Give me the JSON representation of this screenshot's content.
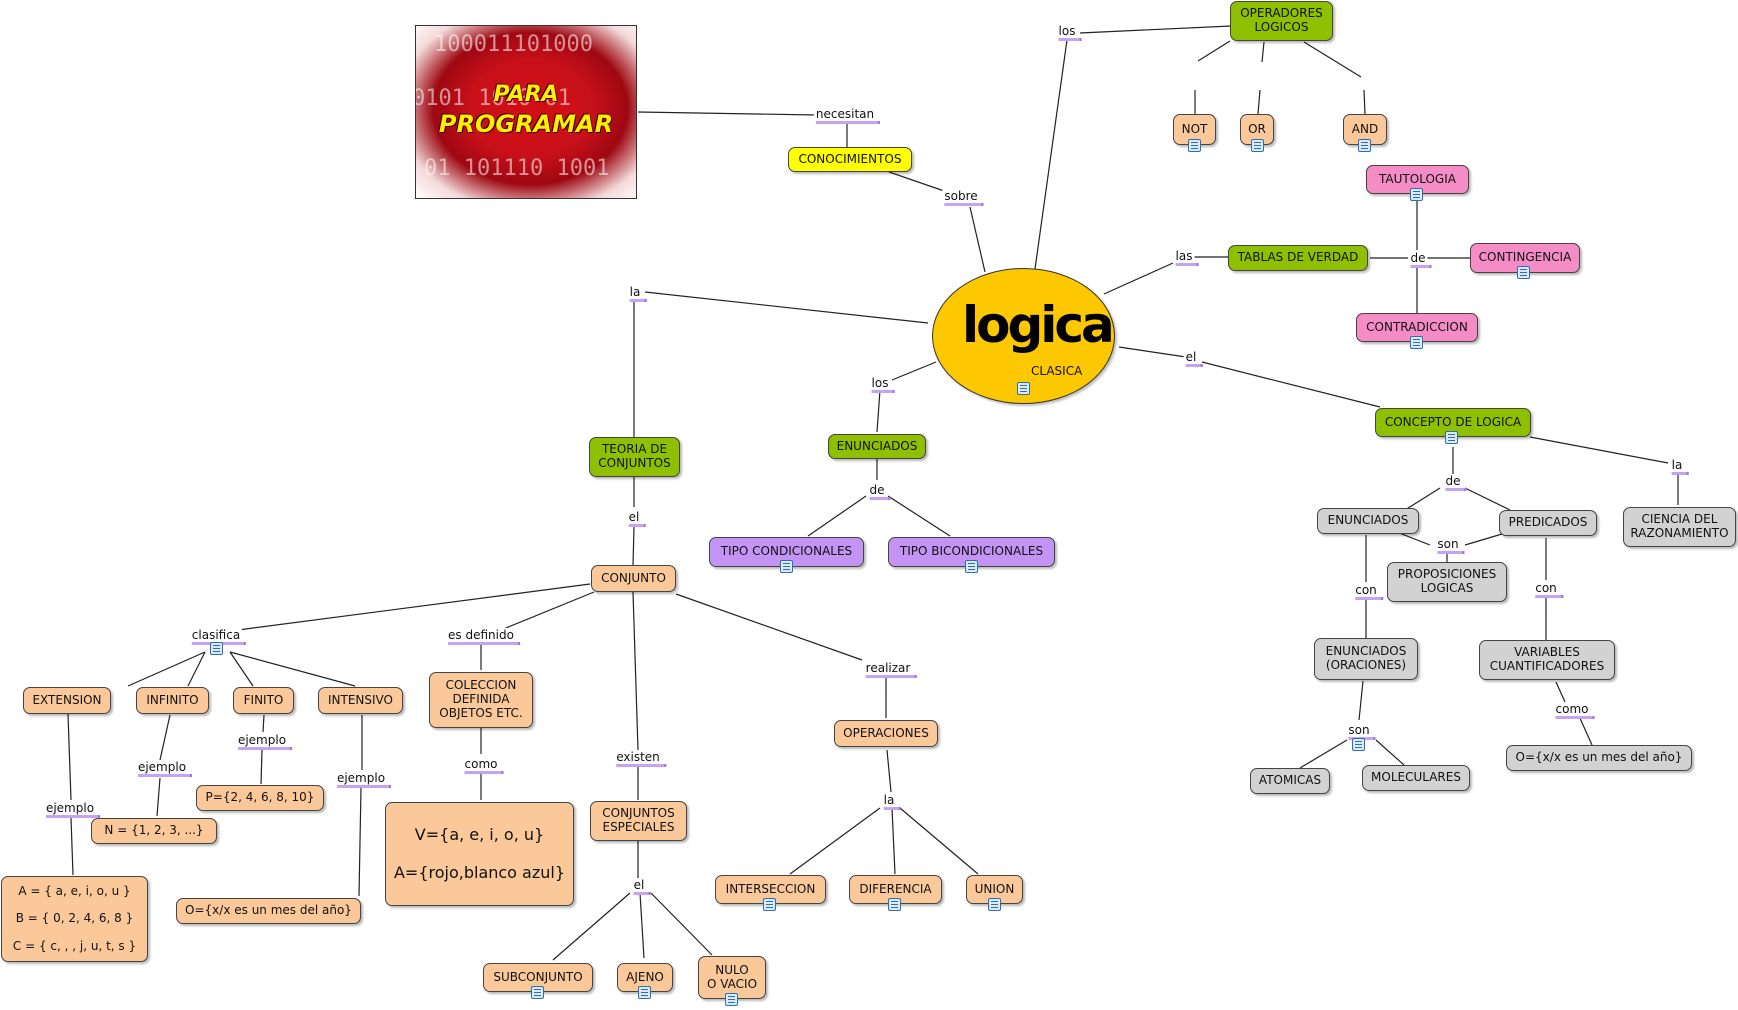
{
  "image_panel": {
    "line1": "PARA",
    "line2": "PROGRAMAR",
    "background_color": "#c8101a"
  },
  "center": {
    "word": "logica",
    "subtitle": "CLASICA",
    "color": "#fec800"
  },
  "colors": {
    "green": "#8ec000",
    "orange": "#fbc89a",
    "yellow": "#ffff00",
    "purple": "#c494f5",
    "pink": "#f58cc6",
    "gray": "#d2d2d2",
    "connector_underline": "#c6a3f2",
    "note_icon": "doc-icon"
  },
  "nodes": {
    "conocimientos": "CONOCIMIENTOS",
    "operadores": "OPERADORES\nLOGICOS",
    "not": "NOT",
    "or": "OR",
    "and": "AND",
    "tautologia": "TAUTOLOGIA",
    "tablas": "TABLAS DE VERDAD",
    "contingencia": "CONTINGENCIA",
    "contradiccion": "CONTRADICCION",
    "concepto": "CONCEPTO DE LOGICA",
    "enunciados_r": "ENUNCIADOS",
    "predicados": "PREDICADOS",
    "ciencia": "CIENCIA DEL\nRAZONAMIENTO",
    "proposiciones": "PROPOSICIONES\nLOGICAS",
    "enunciados_oraciones": "ENUNCIADOS\n(ORACIONES)",
    "variables": "VARIABLES\nCUANTIFICADORES",
    "atomicas": "ATOMICAS",
    "moleculares": "MOLECULARES",
    "o_meses_right": "O={x/x es un mes del año}",
    "teoria": "TEORIA DE\nCONJUNTOS",
    "enunciados_c": "ENUNCIADOS",
    "tipo_cond": "TIPO CONDICIONALES",
    "tipo_bicond": "TIPO BICONDICIONALES",
    "conjunto": "CONJUNTO",
    "extension": "EXTENSION",
    "infinito": "INFINITO",
    "finito": "FINITO",
    "intensivo": "INTENSIVO",
    "coleccion": "COLECCION\nDEFINIDA\nOBJETOS ETC.",
    "operaciones": "OPERACIONES",
    "p_set": "P={2, 4, 6, 8, 10}",
    "n_set": "N = {1, 2, 3, ...}",
    "vowels_colors": "V={a, e, i, o, u}\nA={rojo,blanco azul}",
    "abc_sets": "A = { a, e, i, o, u }\nB = { 0, 2, 4, 6, 8 }\nC = { c, , , j, u, t, s }",
    "o_meses_left": "O={x/x es un mes del año}",
    "especiales": "CONJUNTOS\nESPECIALES",
    "interseccion": "INTERSECCION",
    "diferencia": "DIFERENCIA",
    "union": "UNION",
    "subconjunto": "SUBCONJUNTO",
    "ajeno": "AJENO",
    "nulo": "NULO\nO VACIO"
  },
  "labels": {
    "necesitan": "necesitan",
    "sobre": "sobre",
    "los_top": "los",
    "las": "las",
    "de_tablas": "de",
    "el_right": "el",
    "de_concepto": "de",
    "la_right": "la",
    "son_right": "son",
    "con_left": "con",
    "con_right": "con",
    "son_bottom": "son",
    "como_right": "como",
    "la_left": "la",
    "los_left": "los",
    "de_enun": "de",
    "el_teoria": "el",
    "clasifica": "clasifica",
    "es_definido": "es definido",
    "realizar": "realizar",
    "ejemplo_finito": "ejemplo",
    "ejemplo_infinito": "ejemplo",
    "ejemplo_intensivo": "ejemplo",
    "ejemplo_extension": "ejemplo",
    "como_left": "como",
    "existen": "existen",
    "la_oper": "la",
    "el_esp": "el"
  }
}
